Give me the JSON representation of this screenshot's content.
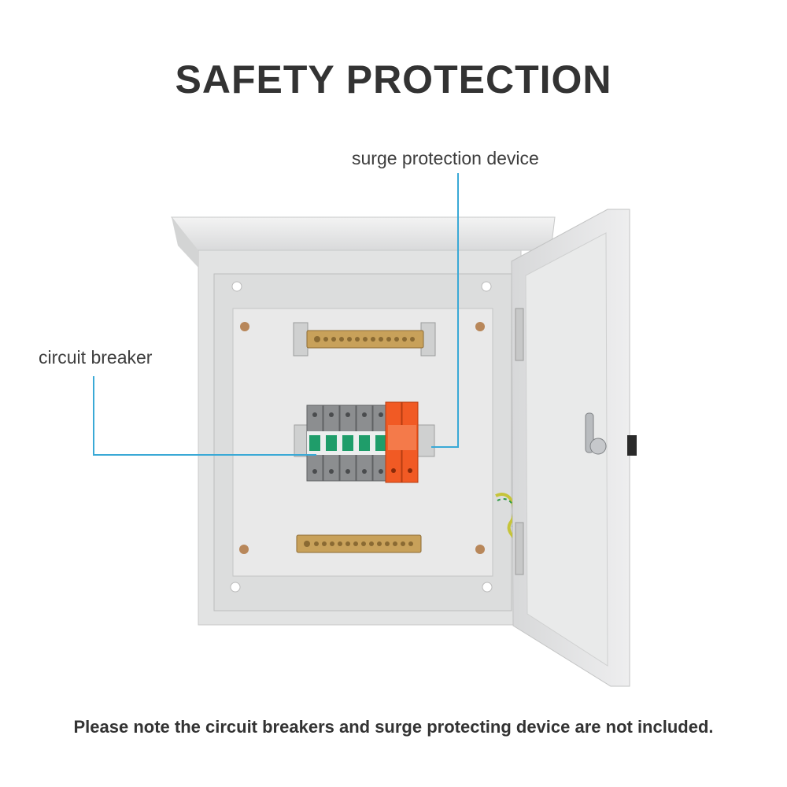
{
  "title": "SAFETY PROTECTION",
  "callouts": {
    "surge_protection_device": "surge protection device",
    "circuit_breaker": "circuit breaker"
  },
  "footnote": "Please note the circuit breakers and surge protecting device are not included.",
  "colors": {
    "callout_line": "#3aa9d6",
    "enclosure": "#e6e7e7",
    "spd_orange": "#f15a24",
    "breaker_green": "#1f9d6a",
    "busbar_brass": "#c8a15a"
  },
  "icons": [
    "hinge-icon",
    "lock-handle-icon"
  ]
}
